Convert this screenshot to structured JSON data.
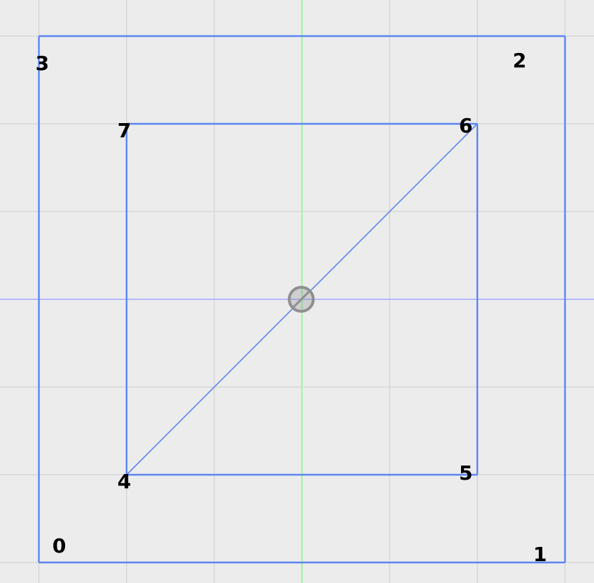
{
  "viewport": {
    "background_color": "#ececec",
    "grid_color": "#dcdcdc",
    "x_axis_color": "#b4b8ff",
    "y_axis_color": "#9df59d",
    "edge_color": "#5b86f0",
    "origin_marker_icon": "pivot-gizmo-icon"
  },
  "vertices": [
    {
      "id": "0",
      "label": "0"
    },
    {
      "id": "1",
      "label": "1"
    },
    {
      "id": "2",
      "label": "2"
    },
    {
      "id": "3",
      "label": "3"
    },
    {
      "id": "4",
      "label": "4"
    },
    {
      "id": "5",
      "label": "5"
    },
    {
      "id": "6",
      "label": "6"
    },
    {
      "id": "7",
      "label": "7"
    }
  ],
  "edges": [
    {
      "from": "0",
      "to": "1"
    },
    {
      "from": "1",
      "to": "2"
    },
    {
      "from": "2",
      "to": "3"
    },
    {
      "from": "3",
      "to": "0"
    },
    {
      "from": "4",
      "to": "5"
    },
    {
      "from": "5",
      "to": "6"
    },
    {
      "from": "6",
      "to": "7"
    },
    {
      "from": "7",
      "to": "4"
    },
    {
      "from": "4",
      "to": "6"
    }
  ]
}
